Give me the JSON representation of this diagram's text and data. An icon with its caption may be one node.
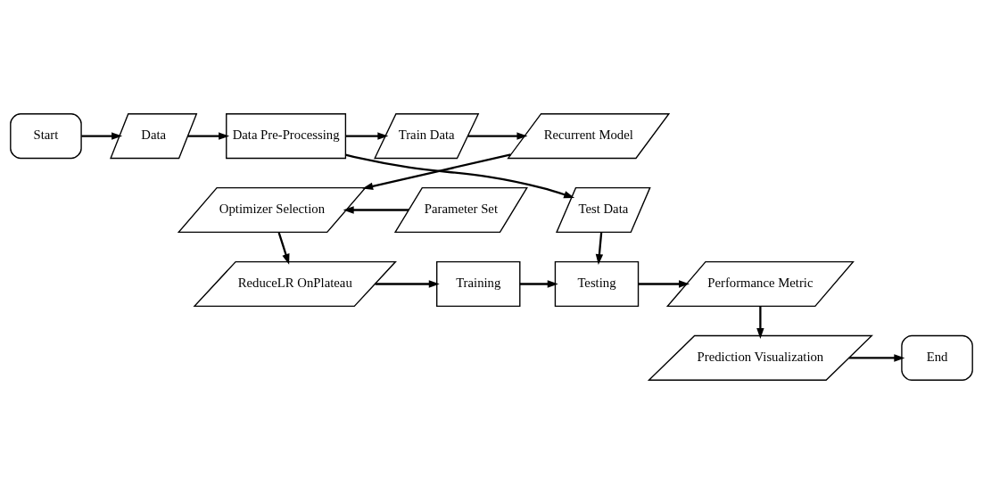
{
  "diagram": {
    "nodes": [
      {
        "text": [
          "Start"
        ]
      },
      {
        "text": [
          "Data"
        ]
      },
      {
        "text": [
          "Data Pre-Processing"
        ]
      },
      {
        "text": [
          "Train Data"
        ]
      },
      {
        "text": [
          "Recurrent Model"
        ]
      },
      {
        "text": [
          "Test Data"
        ]
      },
      {
        "text": [
          "Parameter Set"
        ]
      },
      {
        "text": [
          "Optimizer Selection"
        ]
      },
      {
        "text": [
          "ReduceLR OnPlateau"
        ]
      },
      {
        "text": [
          "Training"
        ]
      },
      {
        "text": [
          "Testing"
        ]
      },
      {
        "text": [
          "Performance Metric"
        ]
      },
      {
        "text": [
          "Prediction Visualization"
        ]
      },
      {
        "text": [
          "End"
        ]
      }
    ],
    "edges": [
      {
        "from": 0,
        "to": 1,
        "arrow": "to"
      },
      {
        "from": 1,
        "to": 2,
        "arrow": "to"
      },
      {
        "from": 2,
        "to": 3,
        "arrow": "to"
      },
      {
        "from": 3,
        "to": 4,
        "arrow": "to"
      },
      {
        "from": 2,
        "to": 5,
        "arrow": "to"
      },
      {
        "from": 4,
        "to": 7,
        "arrow": "to"
      },
      {
        "from": 6,
        "to": 7,
        "arrow": "to"
      },
      {
        "from": 7,
        "to": 8,
        "arrow": "to"
      },
      {
        "from": 5,
        "to": 10,
        "arrow": "to"
      },
      {
        "from": 8,
        "to": 9,
        "arrow": "to"
      },
      {
        "from": 9,
        "to": 10,
        "arrow": "to"
      },
      {
        "from": 10,
        "to": 11,
        "arrow": "to"
      },
      {
        "from": 11,
        "to": 12,
        "arrow": "to"
      },
      {
        "from": 12,
        "to": 13,
        "arrow": "to"
      }
    ]
  }
}
